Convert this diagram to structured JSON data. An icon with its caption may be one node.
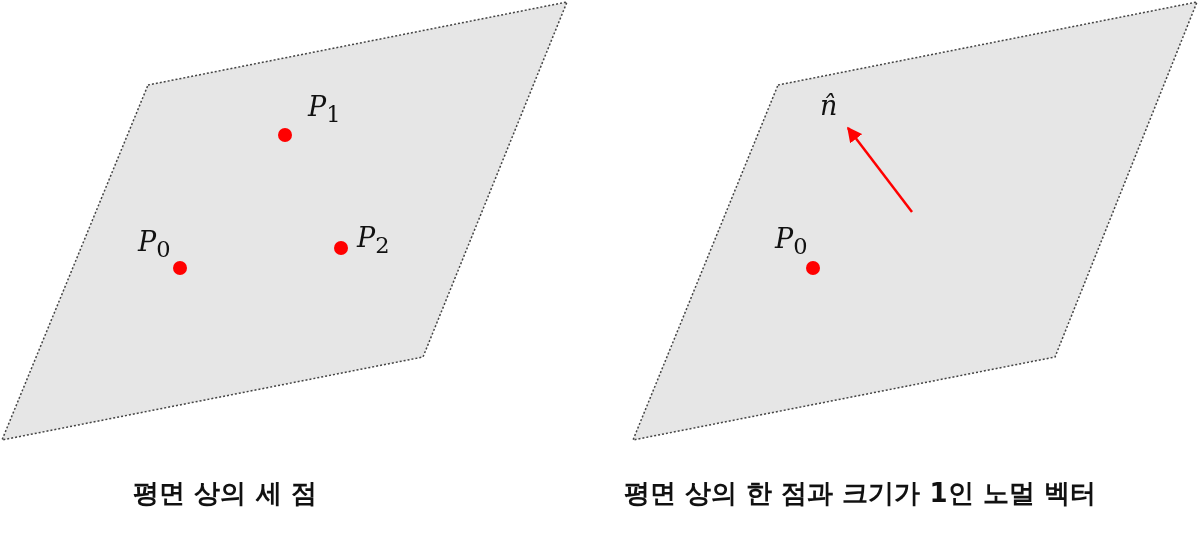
{
  "diagram": {
    "nodes": [
      {
        "text": [],
        "shape": "parallelogram"
      },
      {
        "text": [],
        "shape": "parallelogram"
      }
    ],
    "labels": [
      "*P*$_{1}$",
      "*P*$_{0}$",
      "*P*$_{2}$",
      "*n̂*",
      "*P*$_{0}$",
      "평면 상의 세 점",
      "평면 상의 한 점과 크기가 1인 노멀 벡터"
    ]
  }
}
